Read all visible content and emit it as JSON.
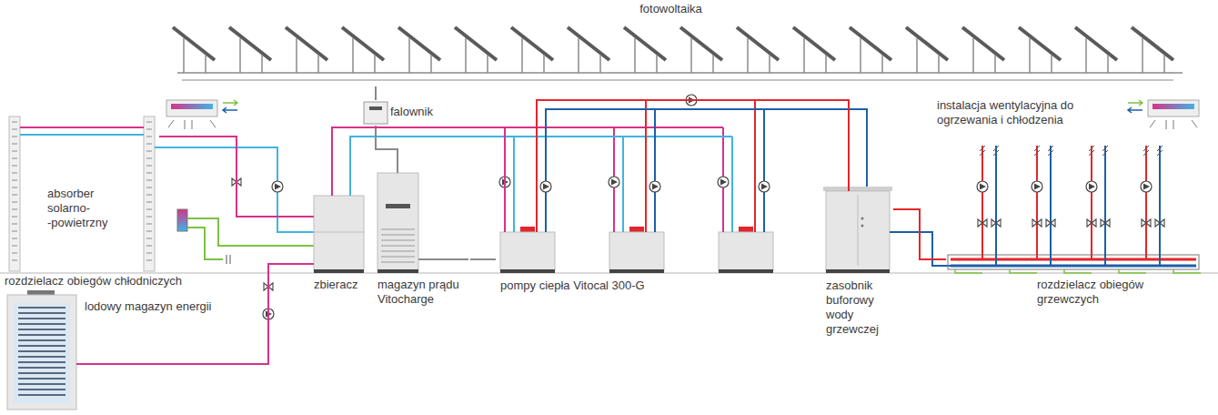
{
  "diagram": {
    "nodes": [
      {
        "text": [
          "fotowoltaika"
        ]
      },
      {
        "text": [
          "falownik"
        ]
      },
      {
        "text": [
          "instalacja wentylacyjna do ogrzewania i chłodzenia"
        ]
      },
      {
        "text": [
          "absorber solarno- -powietrzny"
        ]
      },
      {
        "text": [
          "rozdzielacz obiegów chłodniczych"
        ]
      },
      {
        "text": [
          "lodowy magazyn energii"
        ]
      },
      {
        "text": [
          "zbieracz"
        ]
      },
      {
        "text": [
          "magazyn prądu Vitocharge"
        ]
      },
      {
        "text": [
          "pompy ciepła Vitocal 300-G"
        ]
      },
      {
        "text": [
          "zasobnik buforowy wody grzewczej"
        ]
      },
      {
        "text": [
          "rozdzielacz obiegów grzewczych"
        ]
      }
    ],
    "edges": [
      {
        "from": 0,
        "to": 1,
        "arrow": "none"
      },
      {
        "from": 1,
        "to": 7,
        "arrow": "none"
      },
      {
        "from": 3,
        "to": 6,
        "arrow": "none"
      },
      {
        "from": 5,
        "to": 6,
        "arrow": "none"
      },
      {
        "from": 6,
        "to": 8,
        "arrow": "none"
      },
      {
        "from": 7,
        "to": 8,
        "arrow": "none"
      },
      {
        "from": 8,
        "to": 9,
        "arrow": "none"
      },
      {
        "from": 9,
        "to": 10,
        "arrow": "none"
      }
    ]
  }
}
